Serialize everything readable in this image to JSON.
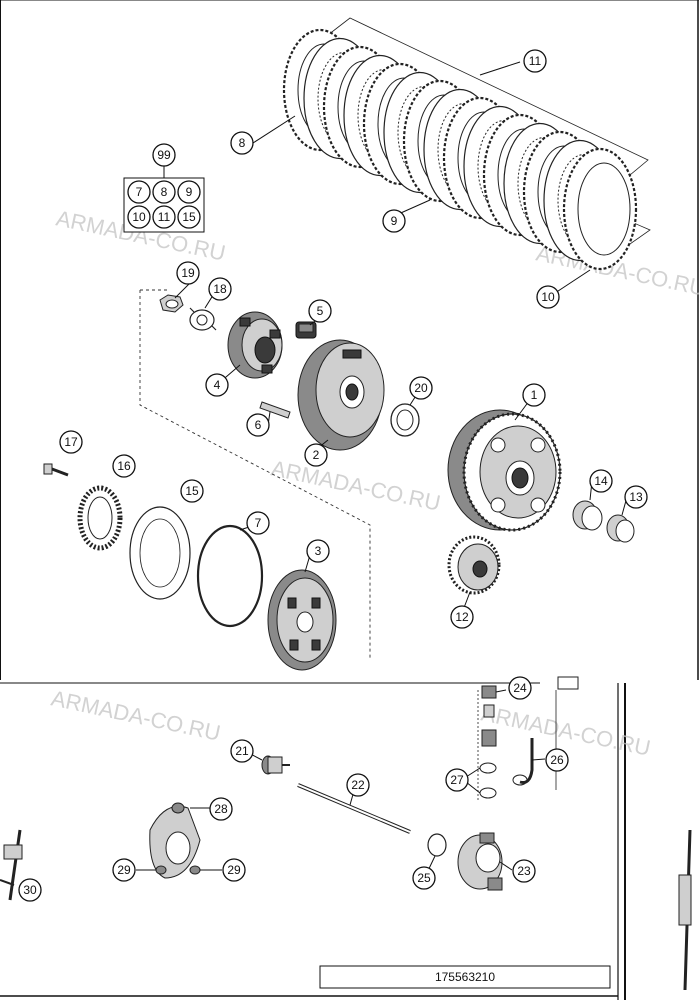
{
  "callouts": {
    "c1": "1",
    "c2": "2",
    "c3": "3",
    "c4": "4",
    "c5": "5",
    "c6": "6",
    "c7a": "7",
    "c8": "8",
    "c9": "9",
    "c10": "10",
    "c11": "11",
    "c12": "12",
    "c13": "13",
    "c14": "14",
    "c15": "15",
    "c16": "16",
    "c17": "17",
    "c18": "18",
    "c19": "19",
    "c20": "20",
    "c21": "21",
    "c22": "22",
    "c23": "23",
    "c24": "24",
    "c25": "25",
    "c26": "26",
    "c27": "27",
    "c28": "28",
    "c29a": "29",
    "c29b": "29",
    "c30": "30",
    "c99": "99"
  },
  "kit_grid": [
    "7",
    "8",
    "9",
    "10",
    "11",
    "15"
  ],
  "watermark": "ARMADA-CO.RU",
  "document_number": "175563210"
}
